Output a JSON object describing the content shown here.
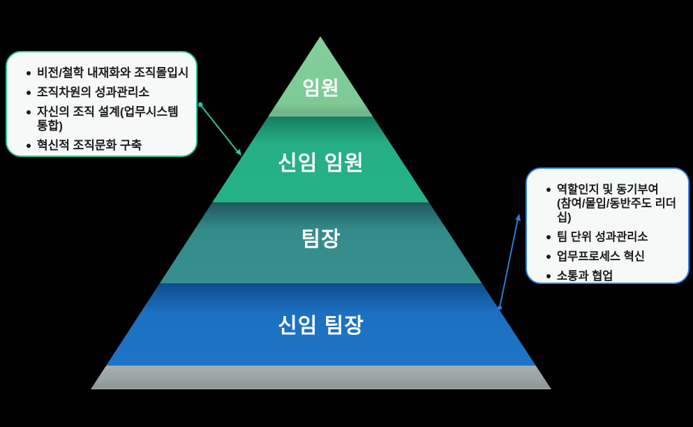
{
  "diagram": {
    "background_color": "#000000",
    "type": "layered pyramid with two callout boxes"
  },
  "pyramid": {
    "tiers": [
      {
        "label": "임원",
        "color": "#7ECB96"
      },
      {
        "label": "신임 임원",
        "color": "#26B287"
      },
      {
        "label": "팀장",
        "color": "#37908E"
      },
      {
        "label": "신임 팀장",
        "color": "#1E74C6"
      }
    ],
    "base_color": "#9BA4A4",
    "label_color": "#FFFFFF"
  },
  "callouts": {
    "left": {
      "border_color": "#2EC49B",
      "connector_color": "#2EC49B",
      "points_to": "신임 임원",
      "items": [
        "비전/철학 내재화와 조직몰입시",
        "조직차원의 성과관리소",
        "자신의 조직 설계(업무시스템 통합)",
        "혁신적 조직문화 구축"
      ]
    },
    "right": {
      "border_color": "#2F86E8",
      "connector_color": "#2E7CD4",
      "points_to": "신임 팀장",
      "items": [
        "역할인지 및 동기부여\n(참여/몰입/동반주도 리더십)",
        "팀 단위 성과관리소",
        "업무프로세스 혁신",
        "소통과 협업"
      ]
    }
  }
}
